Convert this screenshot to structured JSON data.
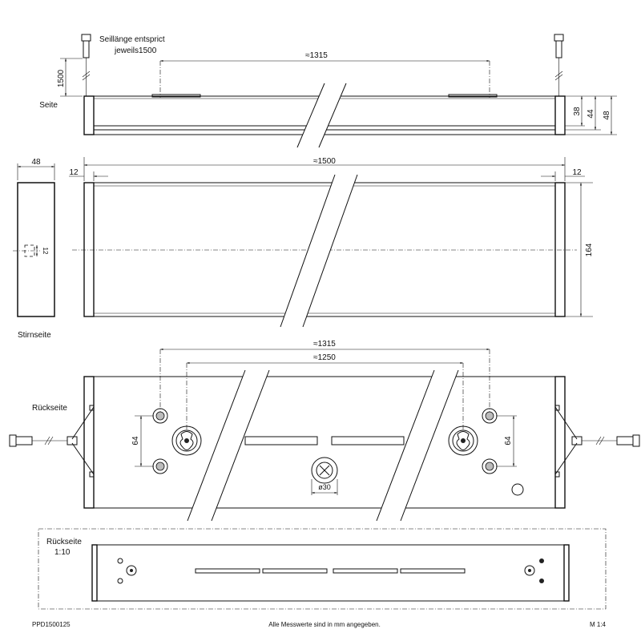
{
  "labels": {
    "cable_note_line1": "Seillänge entsprict",
    "cable_note_line2": "jeweils1500",
    "seite": "Seite",
    "stirnseite": "Stirnseite",
    "rueckseite": "Rückseite",
    "rueckseite_scale_line1": "Rückseite",
    "rueckseite_scale_line2": "1:10"
  },
  "dimensions": {
    "cable_length": "1500",
    "side_span": "≈1315",
    "height_38": "38",
    "height_44": "44",
    "height_48": "48",
    "end_width": "48",
    "end_12": "12",
    "top_length": "≈1500",
    "left_12": "12",
    "right_12": "12",
    "depth_164": "164",
    "back_span_1315": "≈1315",
    "back_span_1250": "≈1250",
    "left_64": "64",
    "right_64": "64",
    "diameter_30": "ø30"
  },
  "footer": {
    "code": "PPD1500125",
    "note": "Alle Messwerte sind in mm angegeben.",
    "scale": "M 1:4"
  }
}
